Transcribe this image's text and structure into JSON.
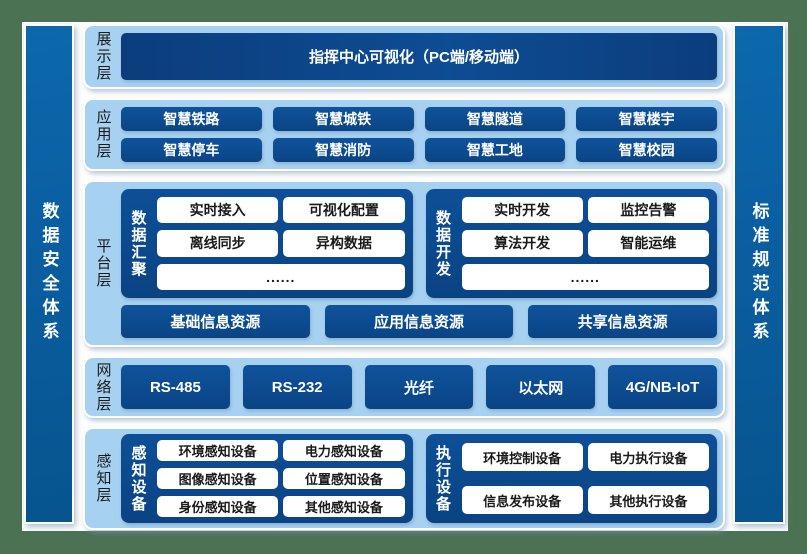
{
  "pillars": {
    "left": "数据安全体系",
    "right": "标准规范体系"
  },
  "layers": [
    {
      "label": "展示层",
      "hero": "指挥中心可视化（PC端/移动端）"
    },
    {
      "label": "应用层",
      "rows": [
        [
          "智慧铁路",
          "智慧城铁",
          "智慧隧道",
          "智慧楼宇"
        ],
        [
          "智慧停车",
          "智慧消防",
          "智慧工地",
          "智慧校园"
        ]
      ]
    },
    {
      "label": "平台层",
      "groups": [
        {
          "label": "数据汇聚",
          "rows": [
            [
              "实时接入",
              "可视化配置"
            ],
            [
              "离线同步",
              "异构数据"
            ]
          ],
          "more": "......"
        },
        {
          "label": "数据开发",
          "rows": [
            [
              "实时开发",
              "监控告警"
            ],
            [
              "算法开发",
              "智能运维"
            ]
          ],
          "more": "......"
        }
      ],
      "resources": [
        "基础信息资源",
        "应用信息资源",
        "共享信息资源"
      ]
    },
    {
      "label": "网络层",
      "items": [
        "RS-485",
        "RS-232",
        "光纤",
        "以太网",
        "4G/NB-IoT"
      ]
    },
    {
      "label": "感知层",
      "groups": [
        {
          "label": "感知设备",
          "rows": [
            [
              "环境感知设备",
              "电力感知设备"
            ],
            [
              "图像感知设备",
              "位置感知设备"
            ],
            [
              "身份感知设备",
              "其他感知设备"
            ]
          ]
        },
        {
          "label": "执行设备",
          "rows": [
            [
              "环境控制设备",
              "电力执行设备"
            ],
            [
              "信息发布设备",
              "其他执行设备"
            ]
          ]
        }
      ]
    }
  ],
  "colors": {
    "page_background": "#4c7254",
    "layer_panel": "#a7d1f1",
    "dark_box": "#0c4a8e",
    "hero_box": "#0b3d7c",
    "pillar": "#0a5fa2",
    "white_box_text": "#1a1a1a"
  }
}
